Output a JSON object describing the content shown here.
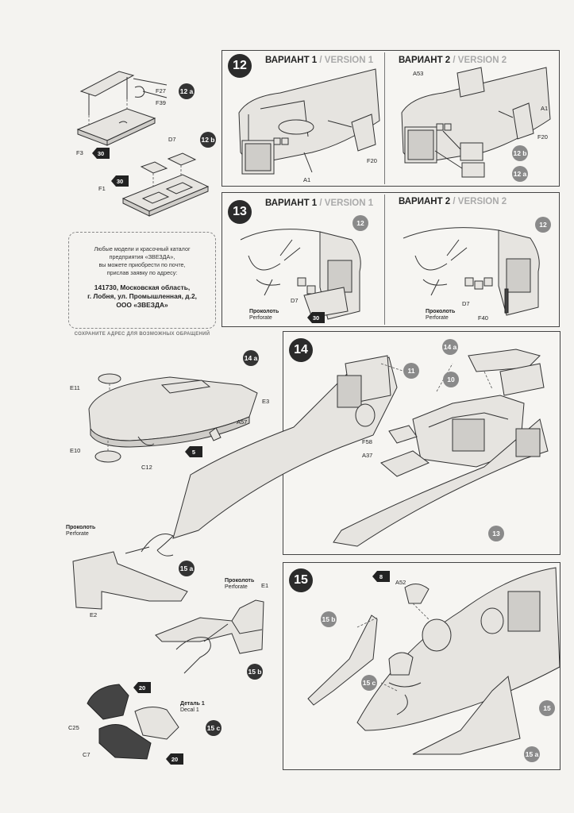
{
  "steps": {
    "s12": {
      "num": "12",
      "v1": {
        "ru": "ВАРИАНТ 1",
        "sep": " / ",
        "en": "VERSION 1"
      },
      "v2": {
        "ru": "ВАРИАНТ 2",
        "sep": " / ",
        "en": "VERSION 2"
      },
      "labels": {
        "f20a": "F20",
        "a1a": "A1",
        "a53": "A53",
        "a1b": "A1",
        "f20b": "F20"
      },
      "refs": {
        "r12b": "12 b",
        "r12a": "12 a"
      }
    },
    "s13": {
      "num": "13",
      "v1": {
        "ru": "ВАРИАНТ 1",
        "sep": " / ",
        "en": "VERSION 1"
      },
      "v2": {
        "ru": "ВАРИАНТ 2",
        "sep": " / ",
        "en": "VERSION 2"
      },
      "labels": {
        "d7a": "D7",
        "d7b": "D7",
        "f40": "F40"
      },
      "refs": {
        "r12a": "12",
        "r12b": "12"
      },
      "perforate": {
        "ru": "Проколоть",
        "en": "Perforate"
      },
      "perforate2": {
        "ru": "Проколоть",
        "en": "Perforate"
      },
      "star": "30"
    },
    "s14": {
      "num": "14",
      "labels": {
        "f58": "F58",
        "a37": "A37"
      },
      "refs": {
        "r14a": "14 a",
        "r11": "11",
        "r10": "10",
        "r13": "13"
      }
    },
    "s15": {
      "num": "15",
      "labels": {
        "a52": "A52"
      },
      "refs": {
        "r15b": "15 b",
        "r15c": "15 c",
        "r15": "15",
        "r15a": "15 a"
      },
      "star": "8"
    }
  },
  "sub12a": {
    "badge": "12 a",
    "labels": {
      "f27": "F27",
      "f39": "F39",
      "f3": "F3"
    },
    "star": "30"
  },
  "sub12b": {
    "badge": "12 b",
    "labels": {
      "d7": "D7",
      "f1": "F1"
    },
    "star": "30"
  },
  "info": {
    "lines": [
      "Любые модели и красочный каталог",
      "предприятия «ЗВЕЗДА»,",
      "вы можете приобрести по почте,",
      "прислав заявку по адресу:"
    ],
    "address": [
      "141730, Московская область,",
      "г. Лобня, ул. Промышленная, д.2,",
      "ООО «ЗВЕЗДА»"
    ],
    "keep": "СОХРАНИТЕ АДРЕС ДЛЯ ВОЗМОЖНЫХ ОБРАЩЕНИЙ"
  },
  "sub14a": {
    "badge": "14 a",
    "labels": {
      "e11": "E11",
      "e3": "E3",
      "a57": "A57",
      "e10": "E10",
      "c12": "C12"
    },
    "star": "5"
  },
  "sub15a": {
    "badge": "15 a",
    "labels": {
      "e2": "E2"
    },
    "perforate": {
      "ru": "Проколоть",
      "en": "Perforate"
    }
  },
  "sub15b": {
    "badge": "15 b",
    "labels": {
      "e1": "E1"
    },
    "perforate": {
      "ru": "Проколоть",
      "en": "Perforate"
    }
  },
  "sub15c": {
    "badge": "15 c",
    "labels": {
      "c25": "C25",
      "c7": "C7"
    },
    "decal": {
      "ru": "Деталь 1",
      "en": "Decal 1"
    },
    "star_top": "20",
    "star_bottom": "20"
  }
}
